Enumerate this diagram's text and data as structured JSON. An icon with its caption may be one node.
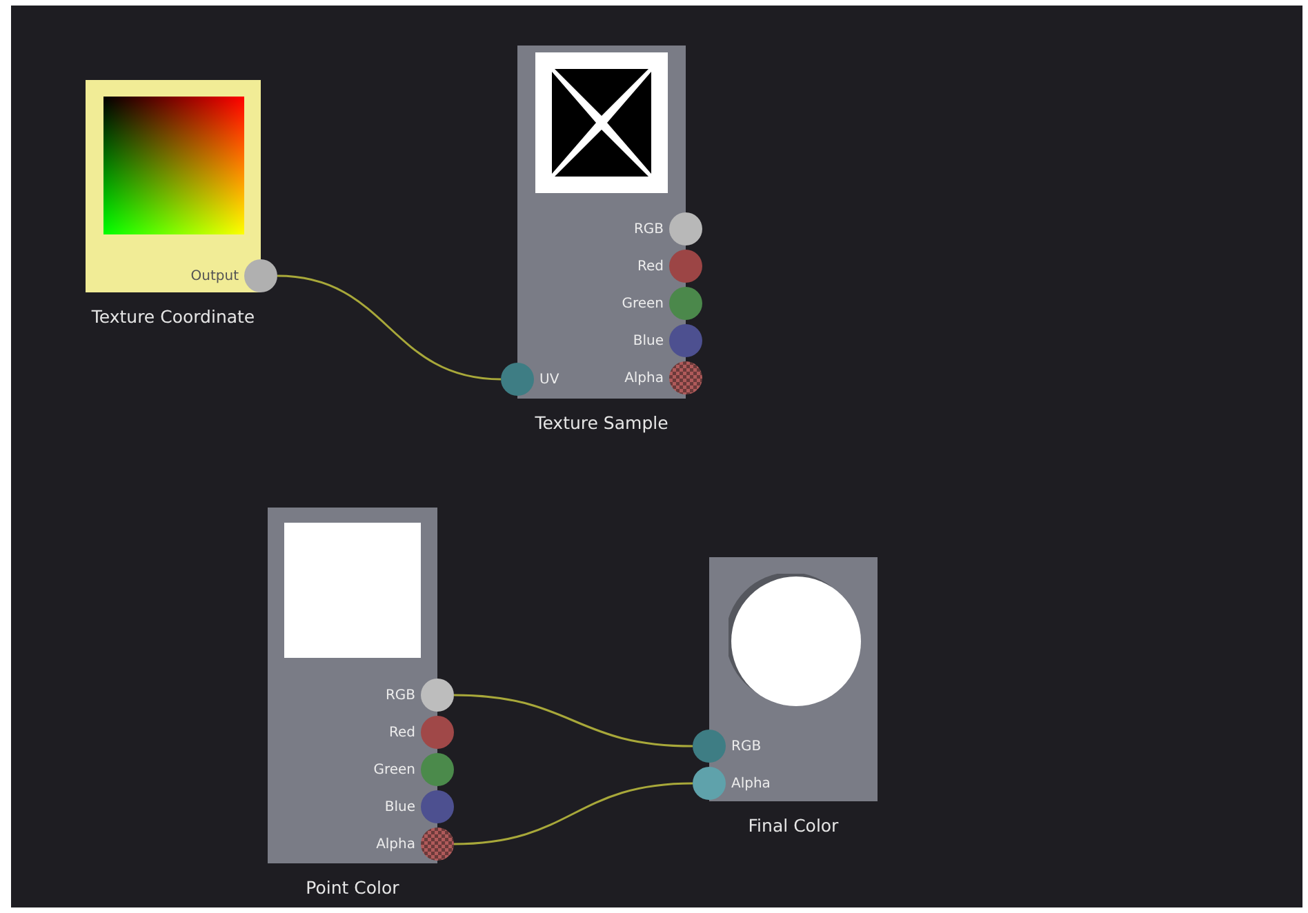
{
  "diagram": {
    "nodes": [
      {
        "text": [
          "Texture Coordinate"
        ]
      },
      {
        "text": [
          "Output"
        ],
        "in": 0
      },
      {
        "text": [
          "Texture Sample"
        ]
      },
      {
        "text": [
          "RGB"
        ],
        "in": 2
      },
      {
        "text": [
          "Red"
        ],
        "in": 2
      },
      {
        "text": [
          "Green"
        ],
        "in": 2
      },
      {
        "text": [
          "Blue"
        ],
        "in": 2
      },
      {
        "text": [
          "Alpha"
        ],
        "in": 2
      },
      {
        "text": [
          "UV"
        ],
        "in": 2
      },
      {
        "text": [
          "Point Color"
        ]
      },
      {
        "text": [
          "RGB"
        ],
        "in": 9
      },
      {
        "text": [
          "Red"
        ],
        "in": 9
      },
      {
        "text": [
          "Green"
        ],
        "in": 9
      },
      {
        "text": [
          "Blue"
        ],
        "in": 9
      },
      {
        "text": [
          "Alpha"
        ],
        "in": 9
      },
      {
        "text": [
          "Final Color"
        ]
      },
      {
        "text": [
          "RGB"
        ],
        "in": 15
      },
      {
        "text": [
          "Alpha"
        ],
        "in": 15
      }
    ],
    "edges": [
      {
        "from": 1,
        "to": 8,
        "arrow": "none"
      },
      {
        "from": 10,
        "to": 16,
        "arrow": "none"
      },
      {
        "from": 14,
        "to": 17,
        "arrow": "none"
      }
    ]
  }
}
